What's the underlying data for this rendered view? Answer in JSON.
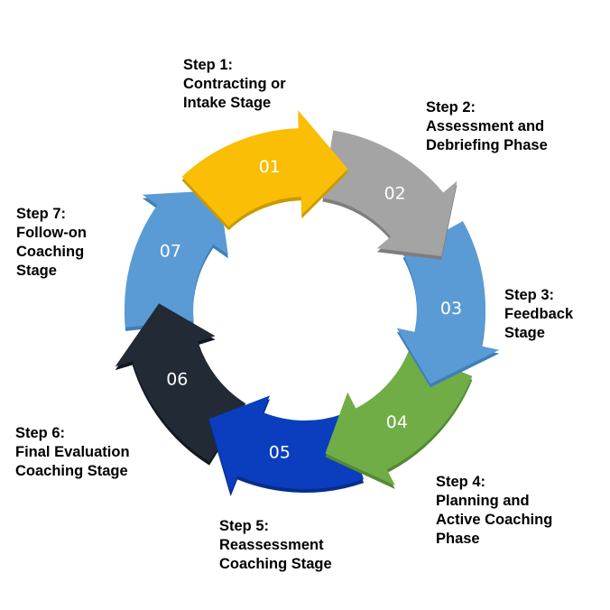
{
  "segments": [
    {
      "number": "01",
      "color": "#F9BE05",
      "dark": "#C99A03"
    },
    {
      "number": "02",
      "color": "#A4A4A4",
      "dark": "#7E7E7E"
    },
    {
      "number": "03",
      "color": "#5B9BD5",
      "dark": "#3F7FB8"
    },
    {
      "number": "04",
      "color": "#70AD47",
      "dark": "#548A33"
    },
    {
      "number": "05",
      "color": "#0A3EBE",
      "dark": "#072D8C"
    },
    {
      "number": "06",
      "color": "#222A35",
      "dark": "#121820"
    },
    {
      "number": "07",
      "color": "#5B9BD5",
      "dark": "#3F7FB8"
    }
  ],
  "labels": [
    {
      "lines": [
        "Step 1:",
        "Contracting or",
        "Intake Stage"
      ]
    },
    {
      "lines": [
        "Step 2:",
        "Assessment and",
        "Debriefing Phase"
      ]
    },
    {
      "lines": [
        "Step 3:",
        "Feedback",
        "Stage"
      ]
    },
    {
      "lines": [
        "Step 4:",
        "Planning and",
        "Active Coaching",
        "Phase"
      ]
    },
    {
      "lines": [
        "Step 5:",
        "Reassessment",
        "Coaching Stage"
      ]
    },
    {
      "lines": [
        "Step 6:",
        "Final Evaluation",
        "Coaching Stage"
      ]
    },
    {
      "lines": [
        "Step 7:",
        "Follow-on",
        "Coaching",
        "Stage"
      ]
    }
  ]
}
